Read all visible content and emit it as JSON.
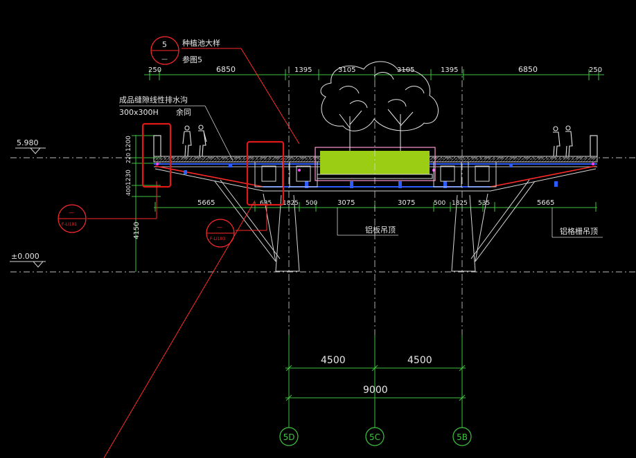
{
  "colors": {
    "background": "#000000",
    "dimension_green": "#3ec43e",
    "linework_white": "#d8d8d8",
    "leader_red": "#ff2a2a",
    "highlight_red": "#e01818",
    "planter_fill": "#9acd14",
    "beam_blue": "#2a5cff",
    "magenta": "#ff40ff"
  },
  "callout_detail": {
    "number": "5",
    "sheet": "—",
    "title": "种植池大样",
    "ref": "参图5"
  },
  "drain_note": {
    "title": "成品缝隙线性排水沟",
    "size": "300x300H",
    "same": "余同"
  },
  "elevations": {
    "top": "5.980",
    "ground": "±0.000"
  },
  "top_dims": [
    "250",
    "6850",
    "1395",
    "3105",
    "3105",
    "1395",
    "6850",
    "250"
  ],
  "left_vertical_dims": [
    "1200",
    "220",
    "1230",
    "400",
    "4150"
  ],
  "lower_dims": [
    "5665",
    "635",
    "1825",
    "500",
    "3075",
    "3075",
    "500",
    "1825",
    "535",
    "5665"
  ],
  "ceiling_notes": {
    "aluminum_panel": "铝板吊顶",
    "aluminum_grille": "铝格栅吊顶"
  },
  "small_callouts": {
    "a_top": "—",
    "a_bottom": "F-LI101",
    "b_top": "—",
    "b_bottom": "F-LI103"
  },
  "grid_dims": {
    "left_span": "4500",
    "right_span": "4500",
    "total": "9000"
  },
  "axes": [
    "5D",
    "5C",
    "5B"
  ]
}
